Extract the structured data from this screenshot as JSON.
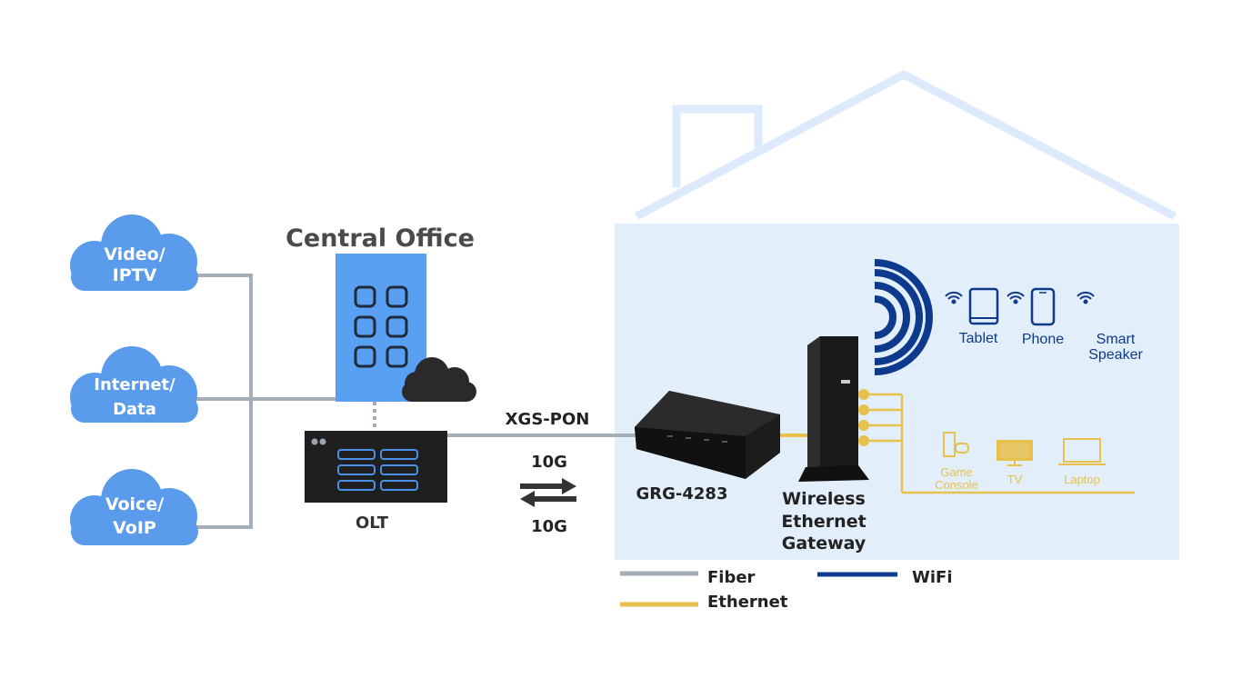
{
  "clouds": {
    "video": [
      "Video/",
      "IPTV"
    ],
    "internet": [
      "Internet/",
      "Data"
    ],
    "voice": [
      "Voice/",
      "VoIP"
    ]
  },
  "central_office": {
    "title": "Central Office"
  },
  "olt": {
    "label": "OLT"
  },
  "link": {
    "protocol": "XGS-PON",
    "up_speed": "10G",
    "down_speed": "10G"
  },
  "ont": {
    "label": "GRG-4283"
  },
  "gateway": {
    "label": [
      "Wireless",
      "Ethernet",
      "Gateway"
    ]
  },
  "wifi_devices": {
    "tablet": [
      "Tablet"
    ],
    "phone": [
      "Phone"
    ],
    "speaker": [
      "Smart",
      "Speaker"
    ]
  },
  "wired_devices": {
    "console": [
      "Game",
      "Console"
    ],
    "tv": [
      "TV"
    ],
    "laptop": [
      "Laptop"
    ]
  },
  "legend": {
    "fiber": "Fiber",
    "wifi": "WiFi",
    "ethernet": "Ethernet"
  },
  "colors": {
    "cloud": "#5b9bec",
    "building": "#5aa0f2",
    "fiber": "#a3aeb9",
    "ethernet": "#e8c14c",
    "wifi": "#0d3a8c",
    "house": "#e3eefb",
    "roof": "#ddeafb",
    "dark": "#1f1f1f"
  }
}
